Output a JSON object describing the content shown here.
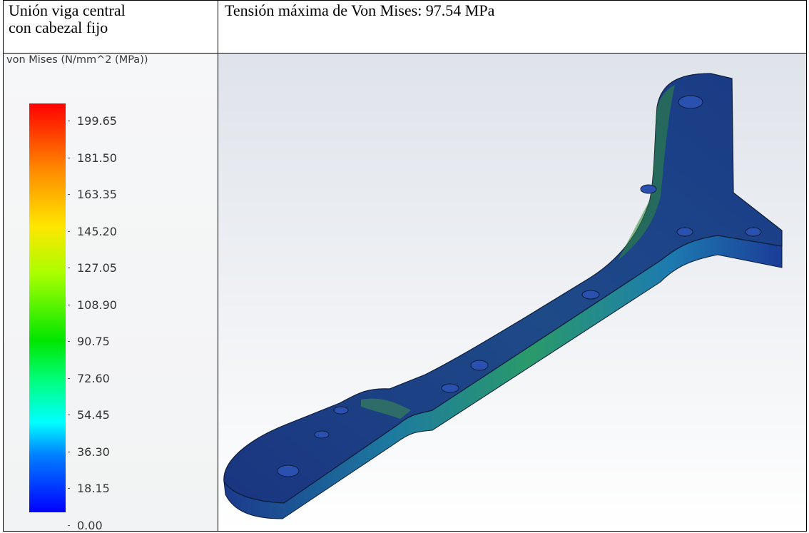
{
  "table": {
    "row1": {
      "label": "Unión viga central\ncon cabezal fijo",
      "title": "Tensión máxima de Von Mises: 97.54 MPa"
    }
  },
  "legend": {
    "title": "von Mises (N/mm^2 (MPa))",
    "ticks": [
      "199.65",
      "181.50",
      "163.35",
      "145.20",
      "127.05",
      "108.90",
      "90.75",
      "72.60",
      "54.45",
      "36.30",
      "18.15",
      "0.00"
    ]
  },
  "colors": {
    "max": "#ff0000",
    "min": "#0000ff",
    "part_base": "#1d3c86"
  }
}
